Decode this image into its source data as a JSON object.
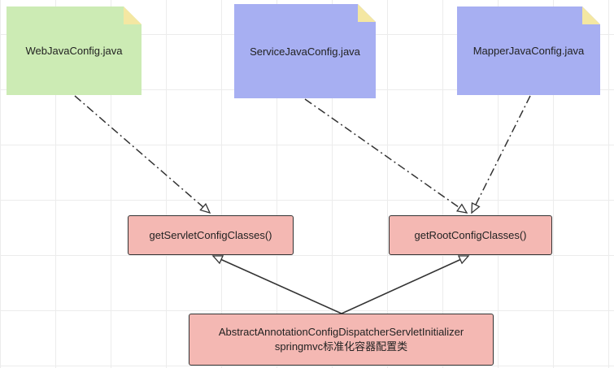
{
  "notes": [
    {
      "label": "WebJavaConfig.java",
      "color": "#ccebb4"
    },
    {
      "label": "ServiceJavaConfig.java",
      "color": "#a7aff2"
    },
    {
      "label": "MapperJavaConfig.java",
      "color": "#a7aff2"
    }
  ],
  "methods": {
    "servlet": "getServletConfigClasses()",
    "root": "getRootConfigClasses()"
  },
  "initializer": {
    "line1": "AbstractAnnotationConfigDispatcherServletInitializer",
    "line2": "springmvc标准化容器配置类"
  },
  "colors": {
    "note_fold": "#f4e7a2",
    "method_fill": "#f4b8b3",
    "stroke": "#333333"
  }
}
